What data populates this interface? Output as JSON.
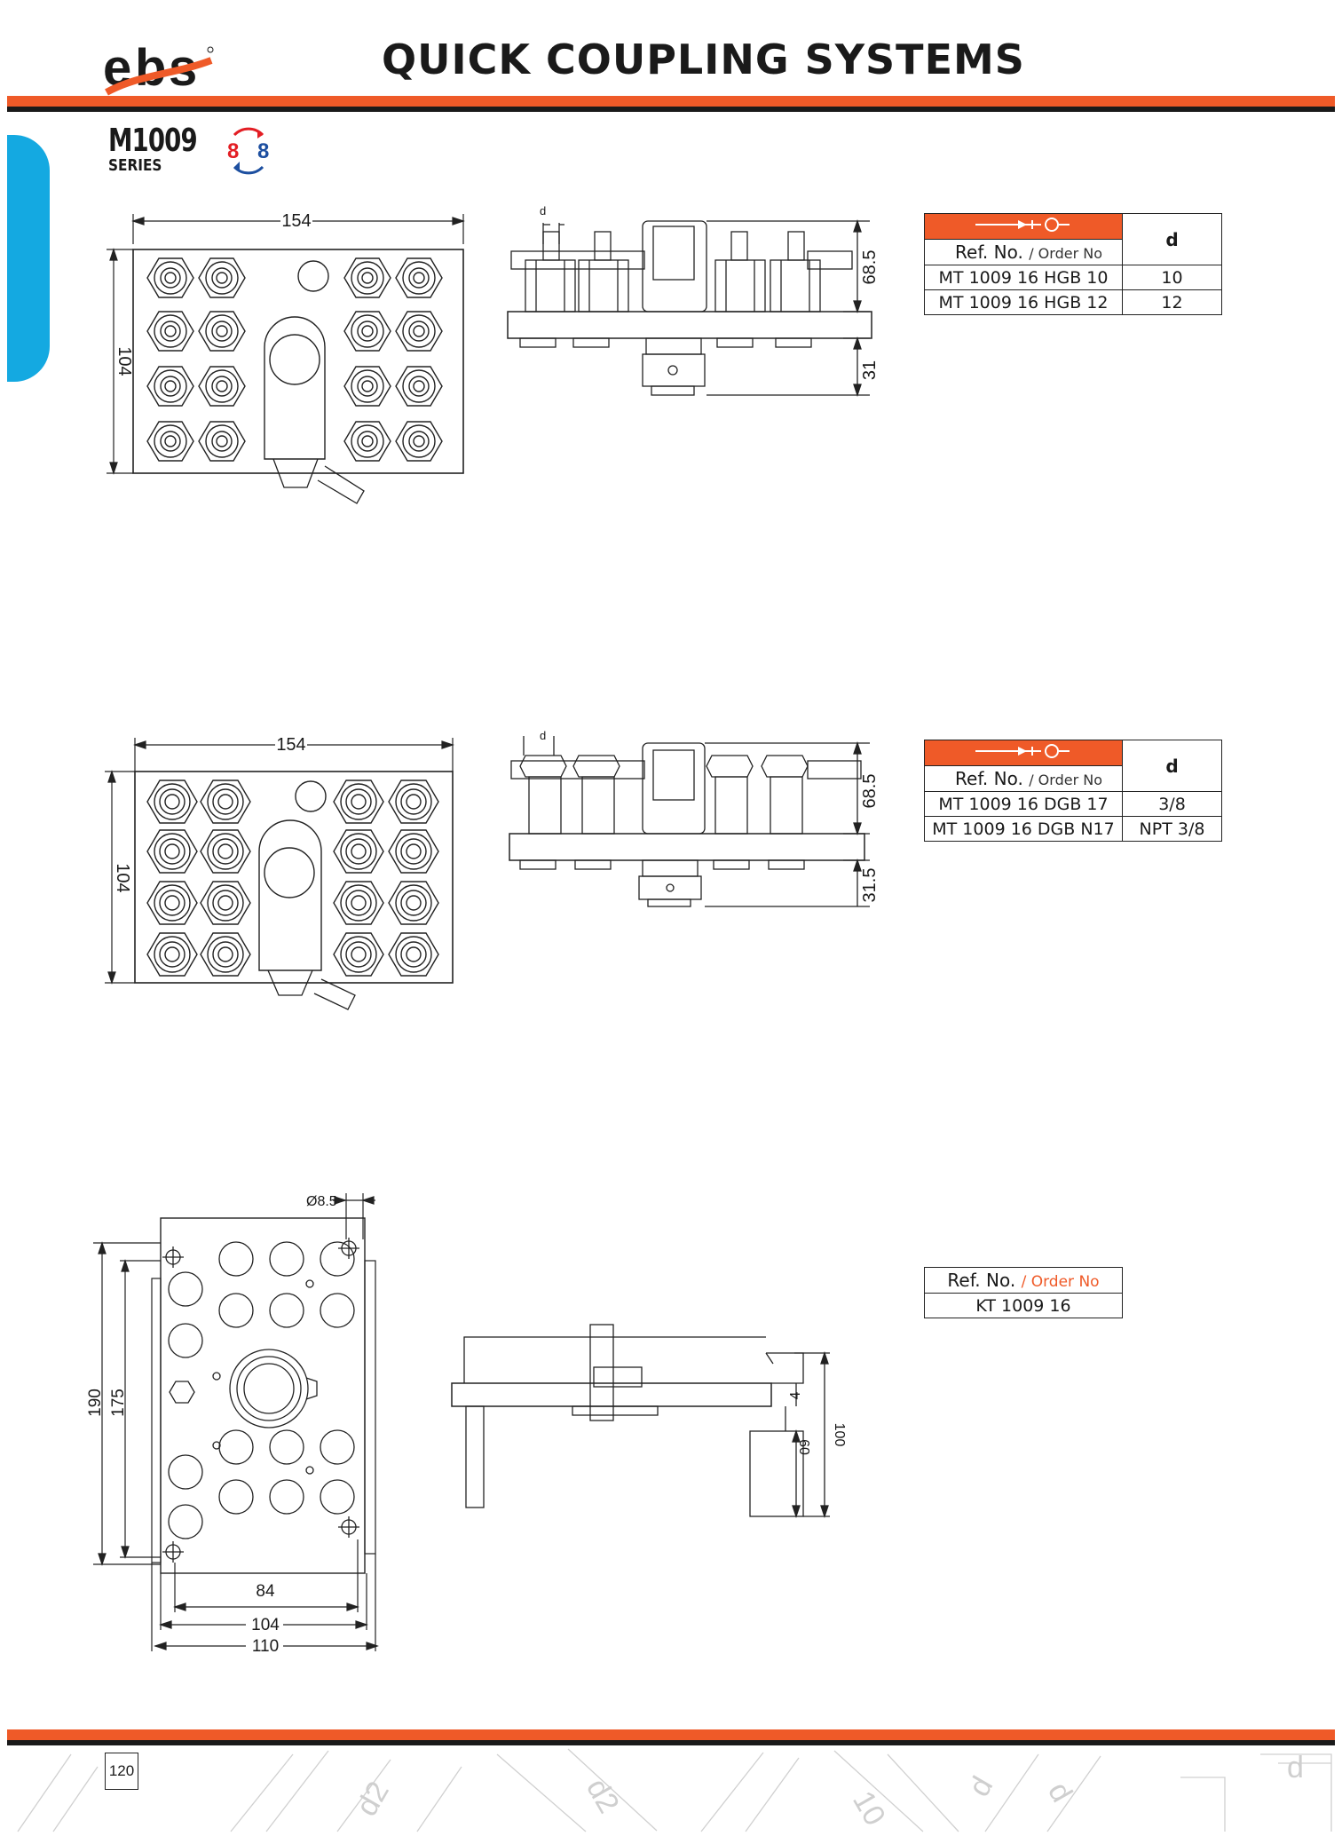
{
  "header": {
    "brand": "ebs",
    "title": "QUICK COUPLING SYSTEMS",
    "accent_color": "#ef5a28",
    "tab_color": "#14a9e1"
  },
  "series": {
    "code": "M1009",
    "label": "SERIES",
    "icon_left": "8",
    "icon_right": "8"
  },
  "products": [
    {
      "dims": {
        "width": "154",
        "height": "104",
        "d_label": "d",
        "side_height": "68.5",
        "side_bottom": "31"
      },
      "table": {
        "ref_label": "Ref. No.",
        "order_label": "/ Order No",
        "col_label": "d",
        "rows": [
          {
            "ref": "MT 1009 16 HGB 10",
            "d": "10"
          },
          {
            "ref": "MT 1009 16 HGB 12",
            "d": "12"
          }
        ]
      }
    },
    {
      "dims": {
        "width": "154",
        "height": "104",
        "d_label": "d",
        "side_height": "68.5",
        "side_bottom": "31.5"
      },
      "table": {
        "ref_label": "Ref. No.",
        "order_label": "/ Order No",
        "col_label": "d",
        "rows": [
          {
            "ref": "MT 1009 16 DGB 17",
            "d": "3/8"
          },
          {
            "ref": "MT 1009 16 DGB N17",
            "d": "NPT 3/8"
          }
        ]
      }
    },
    {
      "dims": {
        "hole": "Ø8.5",
        "h190": "190",
        "h175": "175",
        "w84": "84",
        "w104": "104",
        "w110": "110",
        "side_100": "100",
        "side_60": "60",
        "side_4": "4"
      },
      "table": {
        "ref_label": "Ref. No.",
        "order_label": "/ Order No",
        "rows": [
          {
            "ref": "KT 1009 16"
          }
        ]
      }
    }
  ],
  "footer": {
    "page_number": "120",
    "pattern_text": [
      "d2",
      "d2",
      "10",
      "d",
      "d",
      "d"
    ]
  }
}
